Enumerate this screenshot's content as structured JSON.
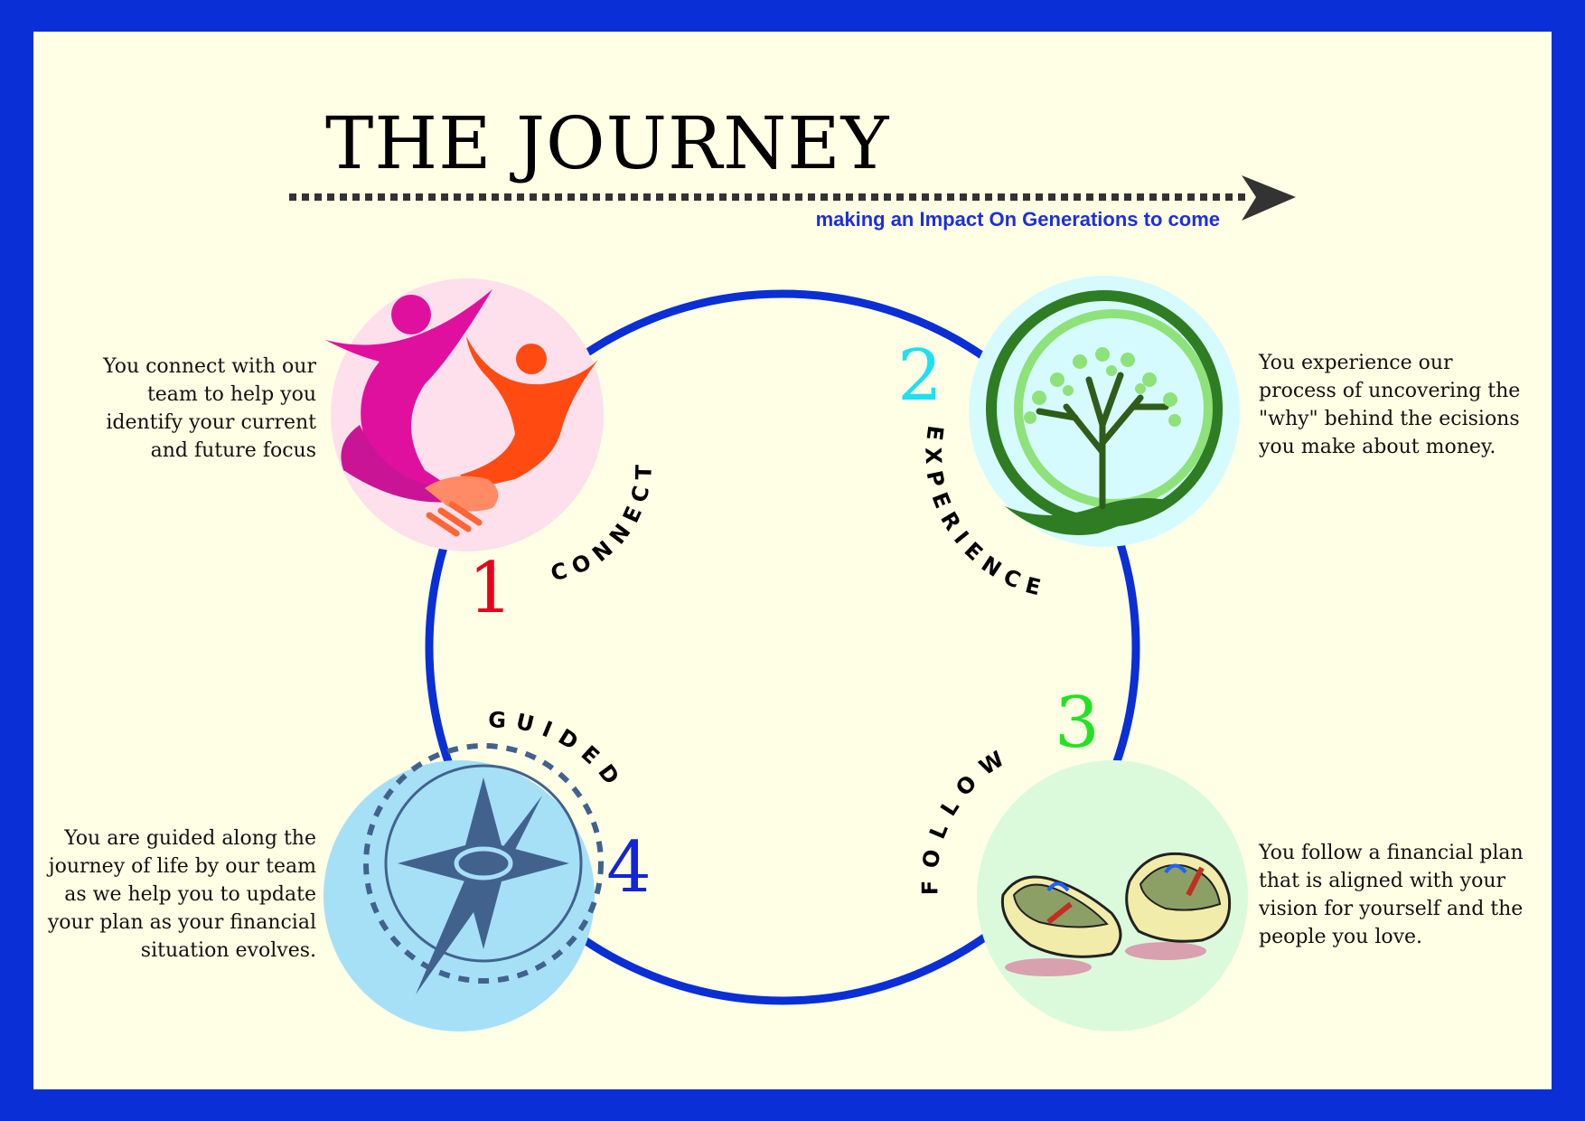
{
  "header": {
    "title": "THE JOURNEY",
    "subtitle": "making an Impact On Generations to come"
  },
  "steps": [
    {
      "number": "1",
      "label": "CONNECT",
      "number_color": "#e8001c",
      "icon": "handshake-people-icon",
      "circle_color": "#fde0ec",
      "description": [
        "You connect with our",
        "team to help you",
        "identify your current",
        "and future focus"
      ]
    },
    {
      "number": "2",
      "label": "EXPERIENCE",
      "number_color": "#1de0f0",
      "icon": "tree-in-hand-icon",
      "circle_color": "#d6fbff",
      "description": [
        "You experience our",
        "process of uncovering the",
        "\"why\" behind the ecisions",
        "you make about money."
      ]
    },
    {
      "number": "3",
      "label": "FOLLOW",
      "number_color": "#22e322",
      "icon": "sneakers-icon",
      "circle_color": "#dbfadc",
      "description": [
        "You follow a financial plan",
        "that is aligned with your",
        "vision for yourself and the",
        "people you love."
      ]
    },
    {
      "number": "4",
      "label": "GUIDED",
      "number_color": "#1424d8",
      "icon": "compass-icon",
      "circle_color": "#a6e0f7",
      "description": [
        "You are guided along the",
        "journey of life by our team",
        "as we help you to update",
        "your plan as your financial",
        "situation evolves."
      ]
    }
  ],
  "colors": {
    "border": "#0a2fd6",
    "background": "#ffffe5",
    "ring": "#0a2fd6",
    "arrow": "#333333"
  }
}
